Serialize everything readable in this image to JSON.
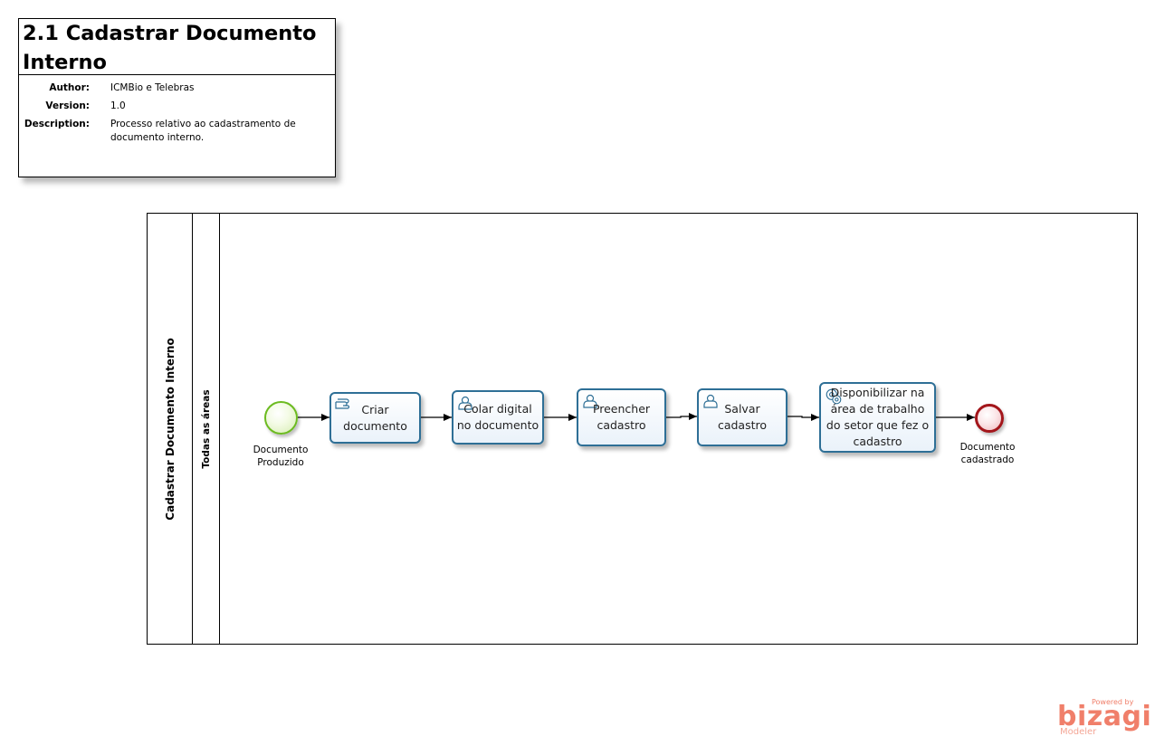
{
  "header": {
    "title": "2.1 Cadastrar Documento Interno",
    "author_label": "Author:",
    "author_value": "ICMBio e Telebras",
    "version_label": "Version:",
    "version_value": "1.0",
    "description_label": "Description:",
    "description_value": "Processo relativo ao cadastramento de documento interno."
  },
  "pool": {
    "name": "Cadastrar Documento Interno",
    "lane": "Todas as áreas"
  },
  "events": {
    "start": "Documento Produzido",
    "end": "Documento cadastrado"
  },
  "tasks": [
    {
      "label": "Criar documento",
      "icon": "manual-task-icon"
    },
    {
      "label": "Colar digital no documento",
      "icon": "user-task-icon"
    },
    {
      "label": "Preencher cadastro",
      "icon": "user-task-icon"
    },
    {
      "label": "Salvar cadastro",
      "icon": "user-task-icon"
    },
    {
      "label": "Disponibilizar na área de trabalho do setor que fez o cadastro",
      "icon": "service-task-icon"
    }
  ],
  "watermark": {
    "powered_by": "Powered by",
    "brand": "bizagi",
    "product": "Modeler"
  },
  "colors": {
    "task_border": "#2e6f96",
    "start_event": "#6cbb20",
    "end_event": "#a3161b",
    "watermark": "#f07f6a"
  }
}
